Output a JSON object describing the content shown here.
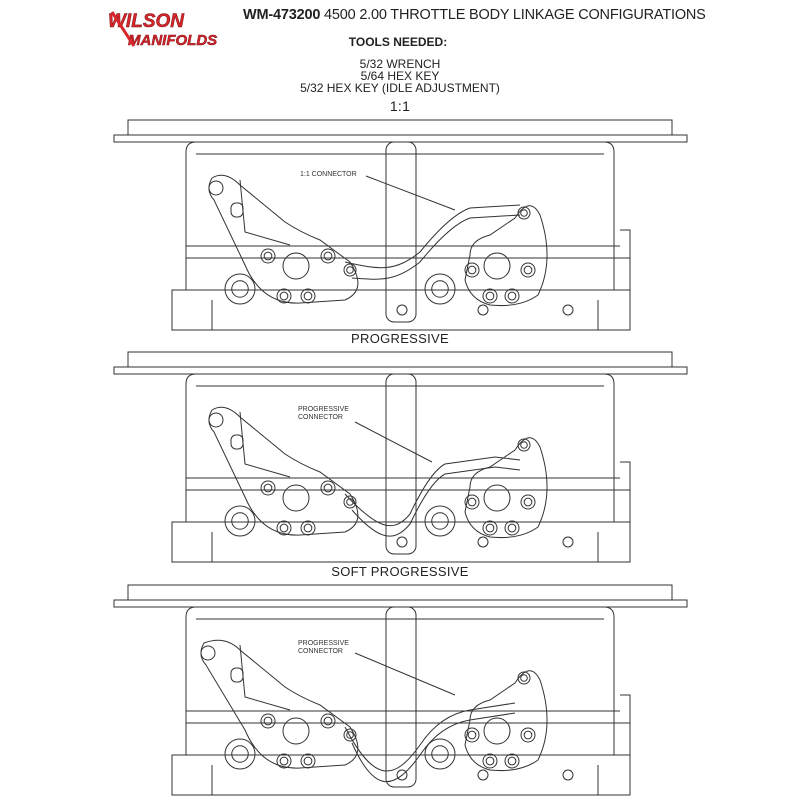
{
  "logo": {
    "line1": "WILSON",
    "line2": "MANIFOLDS",
    "color": "#d6262b"
  },
  "header": {
    "part_number": "WM-473200",
    "title": "4500 2.00 THROTTLE BODY LINKAGE CONFIGURATIONS"
  },
  "tools": {
    "heading": "TOOLS NEEDED:",
    "items": [
      "5/32 WRENCH",
      "5/64 HEX KEY",
      "5/32 HEX KEY (IDLE  ADJUSTMENT)"
    ]
  },
  "configurations": [
    {
      "label": "1:1",
      "connector_label": "1:1 CONNECTOR"
    },
    {
      "label": "PROGRESSIVE",
      "connector_label_line1": "PROGRESSIVE",
      "connector_label_line2": "CONNECTOR"
    },
    {
      "label": "SOFT PROGRESSIVE",
      "connector_label_line1": "PROGRESSIVE",
      "connector_label_line2": "CONNECTOR"
    }
  ]
}
